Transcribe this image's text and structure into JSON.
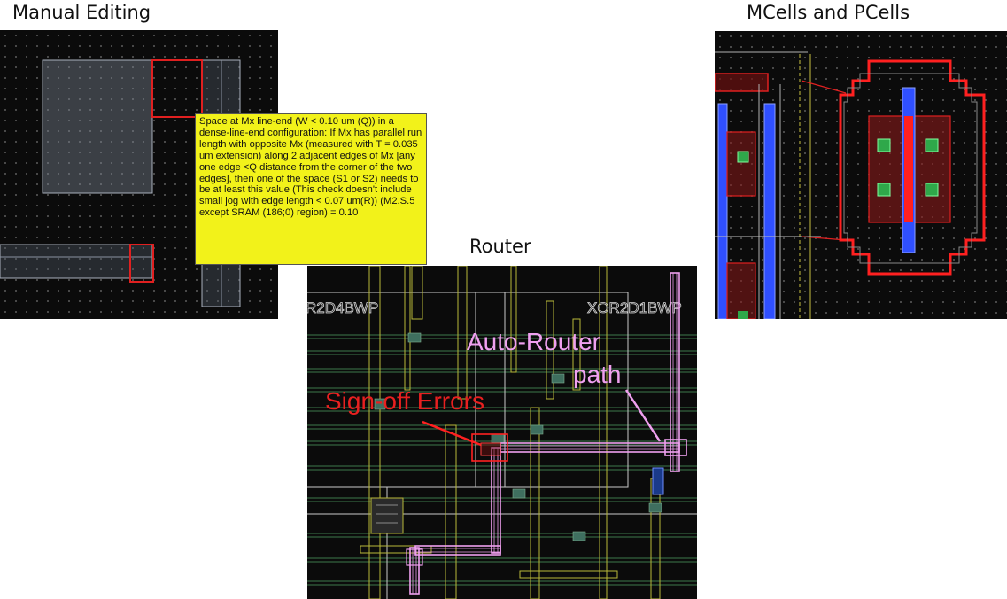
{
  "captions": {
    "manual_editing": "Manual Editing",
    "mcells_pcells": "MCells and PCells",
    "router": "Router"
  },
  "manual_editing": {
    "tooltip": "Space at Mx line-end (W < 0.10 um (Q)) in a dense-line-end configuration: If Mx has parallel run length with opposite Mx (measured with T = 0.035 um extension) along 2 adjacent edges of Mx [any one edge <Q distance from the corner of the two edges], then one of the space (S1 or S2) needs to be at least this value (This check doesn't include small jog with edge length < 0.07 um(R)) (M2.S.5 except SRAM (186;0) region) = 0.10"
  },
  "router": {
    "cell_left": "R2D4BWP",
    "cell_right": "XOR2D1BWP",
    "annotation_errors": "Sign-off Errors",
    "annotation_router_line1": "Auto-Router",
    "annotation_router_line2": "path"
  },
  "colors": {
    "panel_bg": "#0b0b0b",
    "tooltip_bg": "#f2f21a",
    "error_red": "#ff2020",
    "route_pink": "#f0a0f0",
    "metal_yellow": "#b8b83a",
    "metal_green": "#3f7f4f",
    "metal_blue": "#2f4fff",
    "contact_green": "#2fa84a"
  }
}
